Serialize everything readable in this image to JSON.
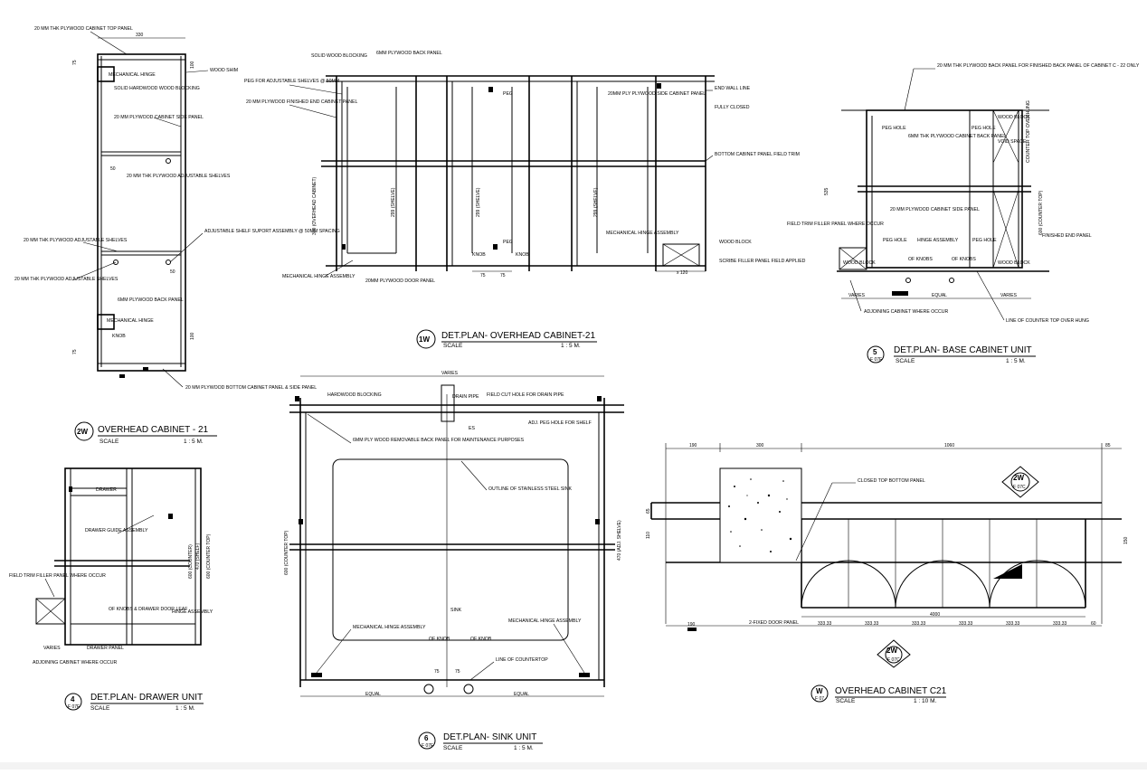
{
  "drawings": {
    "overhead_cabinet_21": {
      "tag": "2W",
      "title": "OVERHEAD CABINET - 21",
      "scale_label": "SCALE",
      "scale": "1 : 5  M.",
      "dims": [
        "330",
        "75",
        "100",
        "50",
        "50",
        "100",
        "75"
      ],
      "notes": [
        "20 MM THK PLYWOOD CABINET TOP PANEL",
        "MECHANICAL HINGE",
        "SOLID HARDWOOD WOOD BLOCKING",
        "WOOD SHIM",
        "20 MM PLYWOOD CABINET SIDE PANEL",
        "20 MM THK PLYWOOD ADJUSTABLE SHELVES",
        "20 MM THK PLYWOOD ADJUSTABLE SHELVES",
        "20 MM THK PLYWOOD ADJUSTABLE SHELVES",
        "ADJUSTABLE SHELF SUPORT ASSEMBLY @ 50MM SPACING",
        "6MM PLYWOOD BACK PANEL",
        "MECHANICAL HINGE",
        "KNOB",
        "20 MM PLYWOOD BOTTOM CABINET PANEL & SIDE PANEL"
      ]
    },
    "overhead_cabinet_plan": {
      "tag": "1W",
      "title": "DET.PLAN- OVERHEAD CABINET-21",
      "scale_label": "SCALE",
      "scale": "1 : 5  M.",
      "dims": [
        "300 (OVERHEAD CABINET)",
        "299 (SHELVE)",
        "299 (SHELVE)",
        "299 (SHELVE)",
        "75",
        "75",
        "x 120"
      ],
      "notes": [
        "SOLID WOOD BLOCKING",
        "6MM PLYWOOD BACK PANEL",
        "PEG FOR ADJUSTABLE SHELVES @ 50MM",
        "20 MM PLYWOOD FINISHED END CABINET PANEL",
        "PEG",
        "20MM PLY PLYWOOD SIDE CABINET PANEL",
        "END WALL LINE",
        "FULLY CLOSED",
        "BOTTOM CABINET PANEL FIELD TRIM",
        "MECHANICAL HINGE ASSEMBLY",
        "WOOD BLOCK",
        "SCRIBE FILLER PANEL FIELD APPLIED",
        "MECHANICAL HINGE ASSEMBLY",
        "20MM PLYWOOD DOOR PANEL",
        "PEG",
        "KNOB",
        "KNOB"
      ]
    },
    "base_cabinet": {
      "tag": "5",
      "sheet": "F 07F",
      "title": "DET.PLAN- BASE CABINET UNIT",
      "scale_label": "SCALE",
      "scale": "1 : 5  M.",
      "dims": [
        "535",
        "600 (COUNTER TOP)",
        "VARIES",
        "EQUAL",
        "VARIES"
      ],
      "notes": [
        "20 MM THK PLYWOOD BACK PANEL FOR FINISHED BACK PANEL OF CABINET C - 22 ONLY",
        "PEG HOLE",
        "PEG HOLE",
        "WOOD BLOCK",
        "VOID SPACE",
        "COUNTER TOP OVERHUNG",
        "6MM THK PLYWOOD CABINET BACK PANEL",
        "20 MM PLYWOOD CABINET SIDE PANEL",
        "FIELD TRIM FILLER PANEL WHERE OCCUR",
        "FINISHED END PANEL",
        "PEG HOLE",
        "HINGE ASSEMBLY",
        "PEG HOLE",
        "WOOD BLOCK",
        "OF KNOBS",
        "OF KNOBS",
        "WOOD BLOCK",
        "ADJOINING CABINET WHERE OCCUR",
        "LINE OF COUNTER TOP OVER HUNG"
      ]
    },
    "drawer_unit": {
      "tag": "4",
      "sheet": "F 07F",
      "title": "DET.PLAN- DRAWER UNIT",
      "scale_label": "SCALE",
      "scale": "1 : 5  M.",
      "dims": [
        "600 (COUNTER TOP)",
        "470 (SHELF)",
        "600 (COUNTER)"
      ],
      "notes": [
        "DRAWER",
        "DRAWER GUIDE ASSEMBLY",
        "FIELD TRIM FILLER PANEL WHERE OCCUR",
        "OF KNOBS & DRAWER DOOR LEAF",
        "HINGE ASSEMBLY",
        "VARIES",
        "DRAWER PANEL",
        "ADJOINING CABINET WHERE OCCUR"
      ]
    },
    "sink_unit": {
      "tag": "6",
      "sheet": "F 07F",
      "title": "DET.PLAN- SINK UNIT",
      "scale_label": "SCALE",
      "scale": "1 : 5  M.",
      "dims": [
        "VARIES",
        "600 (COUNTER TOP)",
        "470 (ADJ. SHELVE)",
        "75",
        "75",
        "EQUAL",
        "EQUAL"
      ],
      "notes": [
        "HARDWOOD BLOCKING",
        "DRAIN PIPE",
        "FIELD CUT HOLE FOR DRAIN PIPE",
        "ES",
        "ADJ. PEG HOLE FOR SHELF",
        "6MM PLY WOOD REMOVABLE BACK PANEL FOR MAINTENANCE PURPOSES",
        "OUTLINE OF STAINLESS STEEL SINK",
        "SINK",
        "MECHANICAL HINGE ASSEMBLY",
        "MECHANICAL HINGE ASSEMBLY",
        "OF KNOB",
        "OF KNOB",
        "LINE OF COUNTERTOP"
      ]
    },
    "overhead_c21": {
      "tag": "W",
      "sheet": "F 07",
      "title": "OVERHEAD CABINET C21",
      "scale_label": "SCALE",
      "scale": "1 : 10  M.",
      "dims": [
        "190",
        "300",
        "1060",
        "85",
        "65",
        "110",
        "150",
        "190",
        "4000",
        "333.33",
        "333.33",
        "333.33",
        "333.33",
        "333.33",
        "333.33",
        "60"
      ],
      "notes": [
        "CLOSED TOP BOTTOM PANEL",
        "2-FIXED DOOR PANEL"
      ],
      "markers": [
        {
          "tag": "2W",
          "sheet": "F 07C"
        },
        {
          "tag": "2W",
          "sheet": "F 07C"
        }
      ]
    }
  }
}
